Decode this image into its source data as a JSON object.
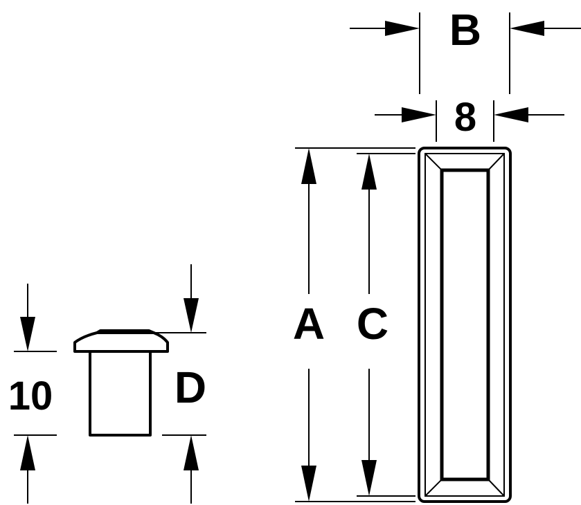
{
  "labels": {
    "a": "A",
    "b": "B",
    "c": "C",
    "d": "D",
    "width": "8",
    "height": "10"
  }
}
